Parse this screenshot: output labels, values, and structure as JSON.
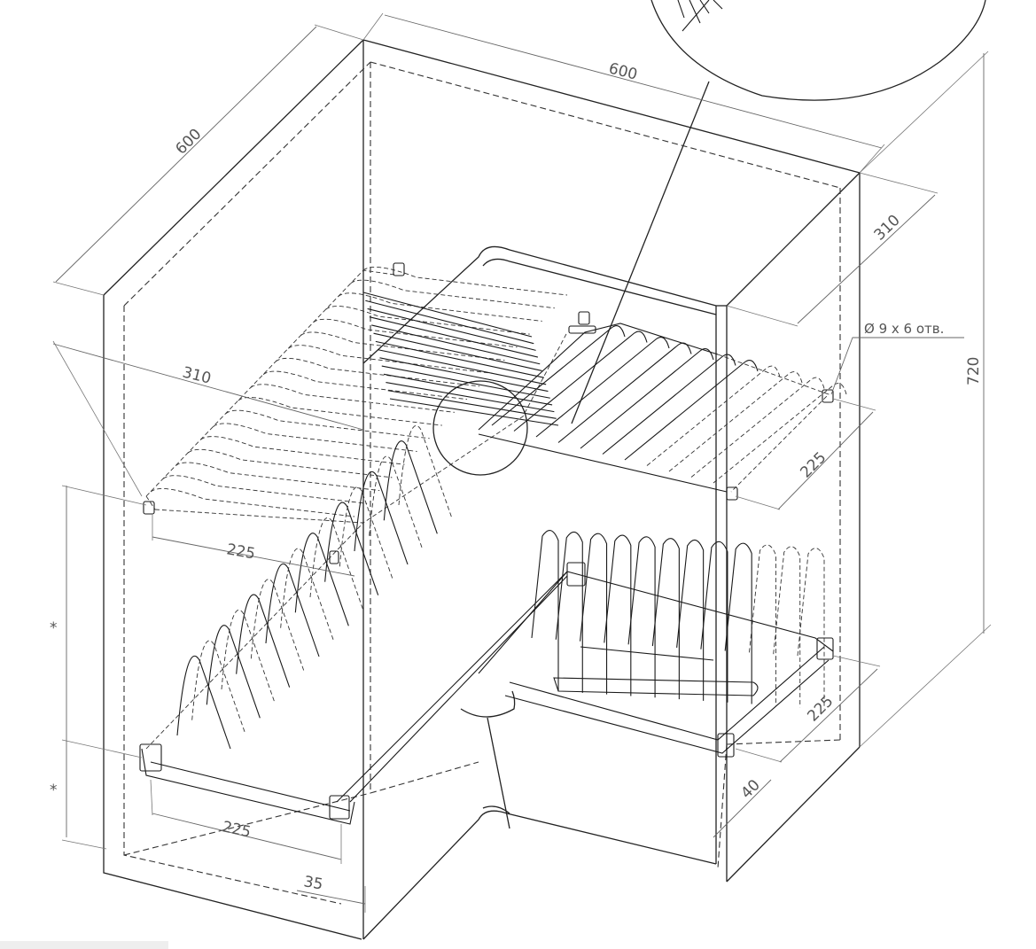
{
  "dimensions": {
    "cabinet_width_back": "600",
    "cabinet_depth_left": "600",
    "cabinet_height": "720",
    "upper_left_shelf_depth": "310",
    "upper_left_shelf_width": "225",
    "upper_right_shelf_depth": "310",
    "upper_right_shelf_width": "225",
    "lower_right_basket_width": "225",
    "lower_left_basket_width": "225",
    "lower_left_offset": "35",
    "lower_right_offset": "40",
    "variable_upper": "*",
    "variable_lower": "*"
  },
  "annotations": {
    "mounting_holes": "Ø 9 х 6 отв."
  }
}
